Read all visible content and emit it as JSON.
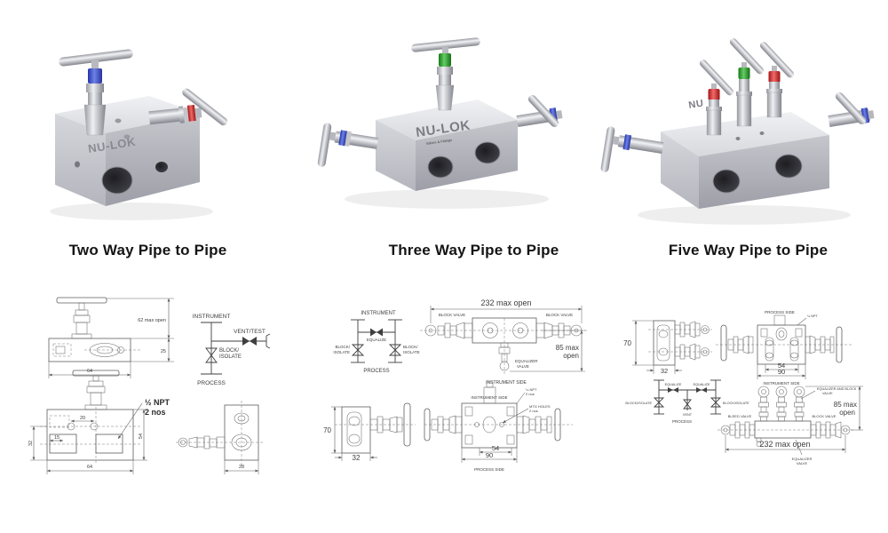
{
  "products": [
    {
      "title": "Two Way Pipe to Pipe",
      "brand": "NU-LOK"
    },
    {
      "title": "Three Way Pipe to Pipe",
      "brand": "NU-LOK",
      "tagline": "Valves & Fittings"
    },
    {
      "title": "Five Way Pipe to Pipe",
      "brand": "NU"
    }
  ],
  "colors": {
    "handle_cap_blue": "#3348c2",
    "band_red": "#c41e1e",
    "cap_green": "#2a9b2a",
    "steel_light": "#eceff2",
    "steel_dark": "#8f9097",
    "drawing_line": "#5c5c5c"
  },
  "drawings": {
    "two_way": {
      "dim_max_open": "62 max open",
      "dim_body_height": "25",
      "dim_width_top": "64",
      "dim_hole_pitch": "20",
      "dim_port_offset": "15",
      "dim_height_left": "32",
      "dim_width_front": "64",
      "dim_front_height": "54",
      "dim_end_width": "28",
      "note_npt": "½ NPT",
      "note_qty": "2 nos",
      "sch_instrument": "INSTRUMENT",
      "sch_vent_test": "VENT/TEST",
      "sch_block_line1": "BLOCK/",
      "sch_block_line2": "ISOLATE",
      "sch_process": "PROCESS"
    },
    "three_way": {
      "dim_max_open_w": "232 max open",
      "dim_max_open_h1": "85 max",
      "dim_max_open_h2": "open",
      "dim_side_height": "70",
      "dim_side_width": "32",
      "dim_port_pitch": "54",
      "dim_body_width": "90",
      "lbl_block_valve": "BLOCK VALVE",
      "lbl_equalizer1": "EQUALIZER",
      "lbl_equalizer2": "VALVE",
      "lbl_instrument_side": "INSTRUMENT SIDE",
      "lbl_process_side": "PROCESS SIDE",
      "note_npt1": "¼ NPT",
      "note_npt2": "2 nos",
      "note_mtg1": "MTG HOLES",
      "note_mtg2": "2 nos",
      "sch_instrument": "INSTRUMENT",
      "sch_equalize": "EQUALIZE",
      "sch_block_line1": "BLOCK/",
      "sch_block_line2": "ISOLATE",
      "sch_process": "PROCESS"
    },
    "five_way": {
      "dim_max_open_w": "232 max open",
      "dim_max_open_h1": "85 max",
      "dim_max_open_h2": "open",
      "dim_side_height": "70",
      "dim_side_width": "32",
      "dim_port_pitch": "54",
      "dim_body_width": "90",
      "lbl_process_side": "PROCESS SIDE",
      "lbl_instrument_side": "INSTRUMENT SIDE",
      "lbl_bleed_valve": "BLEED VALVE",
      "lbl_block_valve": "BLOCK VALVE",
      "lbl_eq_block1": "EQUALIZER AND BLOCK",
      "lbl_eq_block2": "VALVE",
      "lbl_equalizer1": "EQUALIZER",
      "lbl_equalizer2": "VALVE",
      "note_npt": "¼ NPT",
      "sch_equalize": "EQUALIZE",
      "sch_block": "BLOCK/ISOLATE",
      "sch_vent": "VENT",
      "sch_process": "PROCESS"
    }
  }
}
